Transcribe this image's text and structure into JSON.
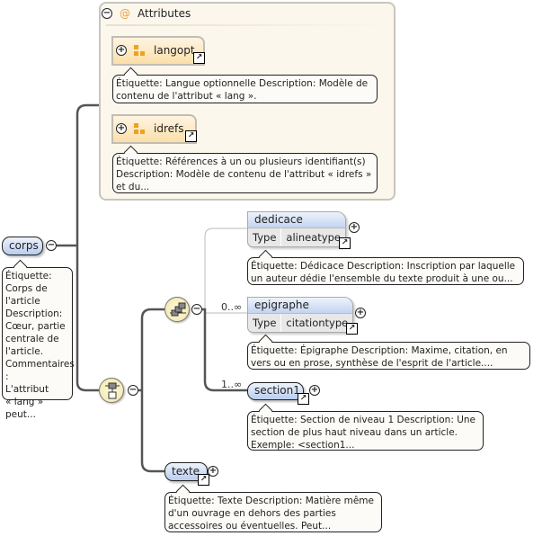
{
  "attributes": {
    "title": "Attributes",
    "items": [
      {
        "name": "langopt",
        "doc": "Étiquette: Langue optionnelle Description: Modèle de contenu de l'attribut « lang »."
      },
      {
        "name": "idrefs",
        "doc": "Étiquette: Références à un ou plusieurs identifiant(s) Description: Modèle de contenu de l'attribut « idrefs » et du..."
      }
    ]
  },
  "root": {
    "name": "corps",
    "doc": "Étiquette:\nCorps de\nl'article\nDescription:\nCœur, partie\ncentrale de\nl'article.\nCommentaires\n:\nL'attribut\n« lang » peut..."
  },
  "choice_children": [
    {
      "name": "dedicace",
      "type_label": "Type",
      "type": "alineatype",
      "cardinality": "",
      "doc": "Étiquette: Dédicace Description: Inscription par laquelle un auteur dédie l'ensemble du texte produit à une ou..."
    },
    {
      "name": "epigraphe",
      "type_label": "Type",
      "type": "citationtype",
      "cardinality": "0..∞",
      "doc": "Étiquette: Épigraphe Description: Maxime, citation, en vers ou en prose, synthèse de l'esprit de l'article...."
    },
    {
      "name": "section1",
      "cardinality": "1..∞",
      "doc": "Étiquette: Section de niveau 1 Description: Une section de plus haut niveau dans un article. Exemple: <section1..."
    }
  ],
  "texte": {
    "name": "texte",
    "doc": "Étiquette: Texte Description: Matière même d'un ouvrage en dehors des parties accessoires ou éventuelles. Peut..."
  },
  "icons": {
    "collapse": "−",
    "expand": "+",
    "at": "@",
    "link": "↗"
  },
  "colors": {
    "attr_bg": "#fcf7ec",
    "element_blue": "#b9cdef",
    "attr_orange": "#fbdfa8",
    "compositor": "#f2e4a4"
  }
}
